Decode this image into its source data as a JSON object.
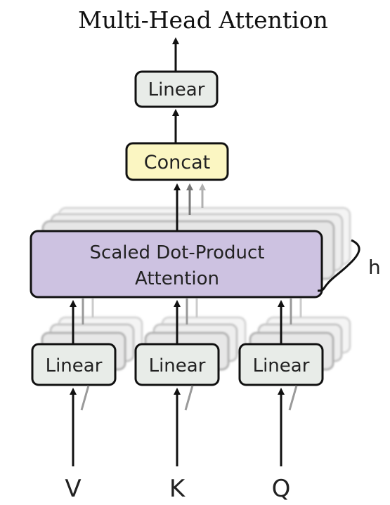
{
  "title": "Multi-Head Attention",
  "colors": {
    "linear_fill": "#e8ece8",
    "concat_fill": "#fbf6c2",
    "attention_fill": "#cdc2e1",
    "stroke": "#111111",
    "ghost_stroke": "#bcbcbc"
  },
  "blocks": {
    "linear_top": {
      "label": "Linear"
    },
    "concat": {
      "label": "Concat"
    },
    "attention": {
      "line1": "Scaled Dot-Product",
      "line2": "Attention"
    },
    "linear_v": {
      "label": "Linear"
    },
    "linear_k": {
      "label": "Linear"
    },
    "linear_q": {
      "label": "Linear"
    }
  },
  "heads_label": "h",
  "inputs": {
    "v": "V",
    "k": "K",
    "q": "Q"
  }
}
